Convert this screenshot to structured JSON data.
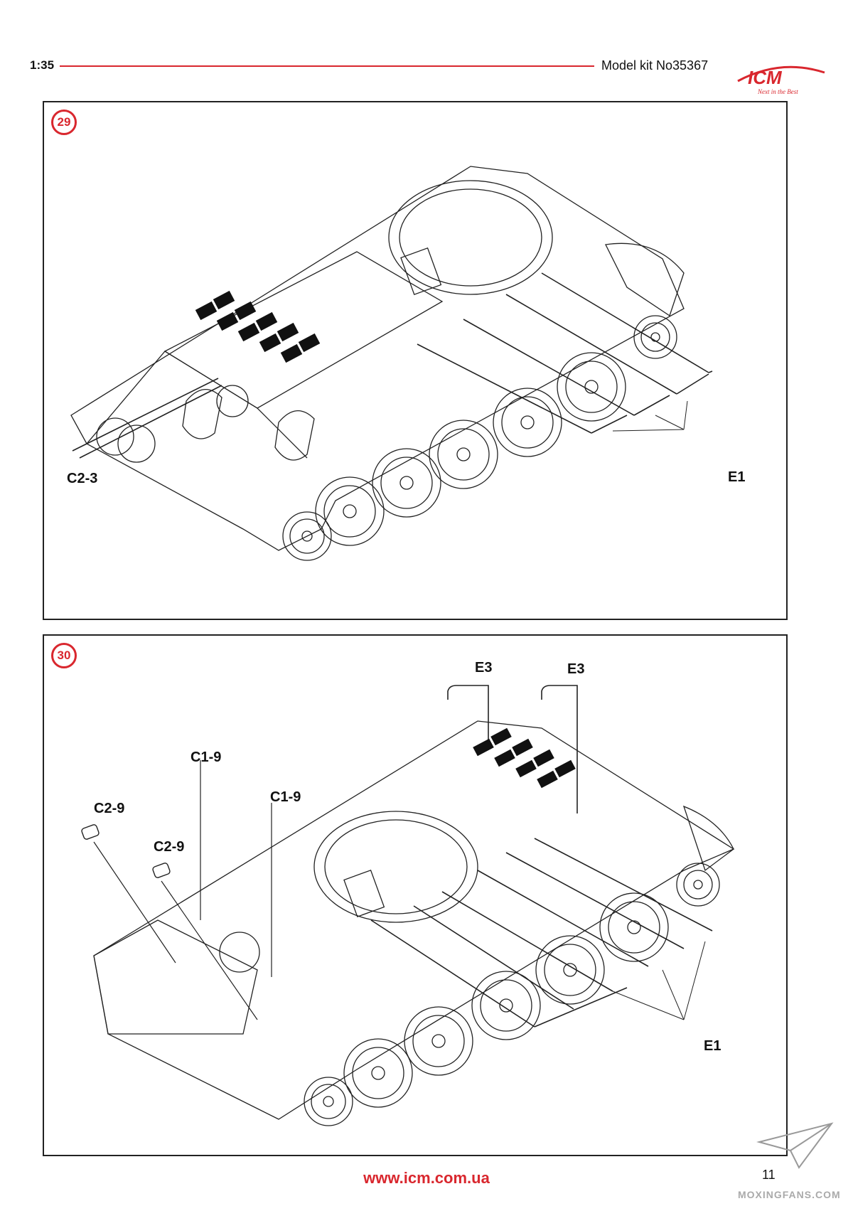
{
  "header": {
    "scale": "1:35",
    "kit_label": "Model kit No35367",
    "brand": "ICM",
    "brand_tagline": "Next in the Best",
    "accent_color": "#d9272e"
  },
  "steps": [
    {
      "number": "29",
      "parts": {
        "c2_3": "C2-3",
        "e1": "E1"
      }
    },
    {
      "number": "30",
      "parts": {
        "e3_a": "E3",
        "e3_b": "E3",
        "c1_9_a": "C1-9",
        "c1_9_b": "C1-9",
        "c2_9_a": "C2-9",
        "c2_9_b": "C2-9",
        "e1": "E1"
      }
    }
  ],
  "footer": {
    "website": "www.icm.com.ua",
    "page_number": "11",
    "watermark": "MOXINGFANS.COM"
  }
}
